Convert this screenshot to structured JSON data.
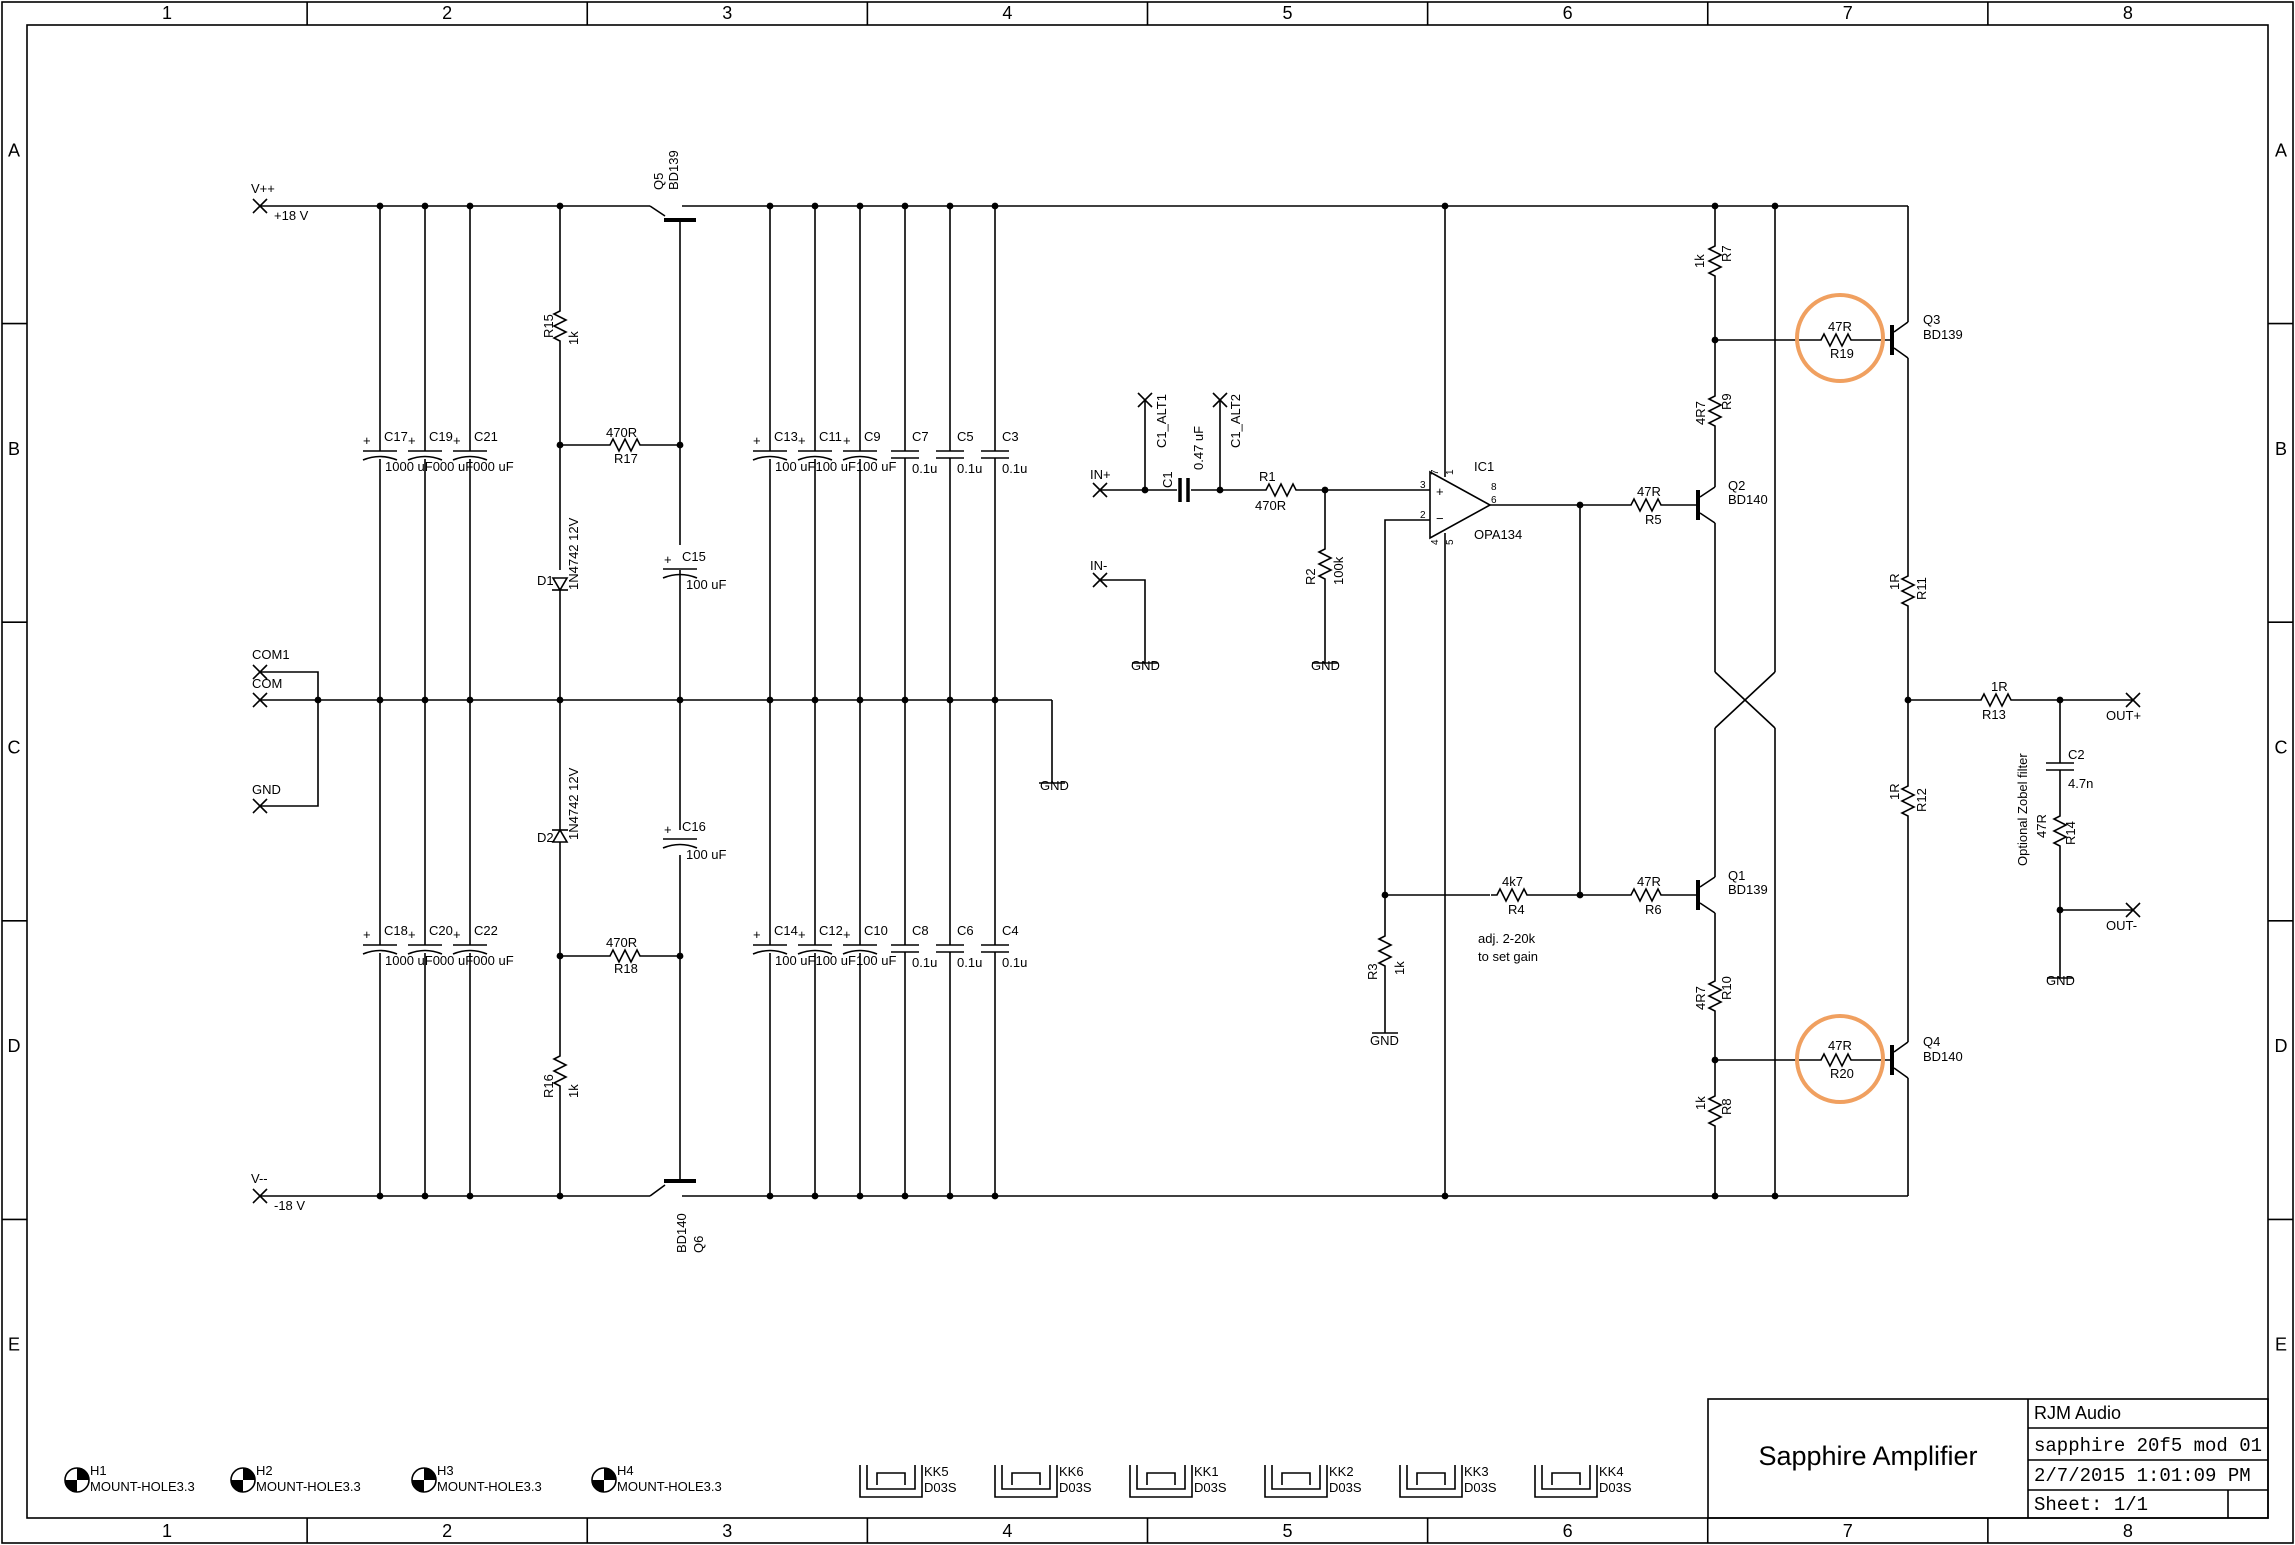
{
  "frame": {
    "columns": [
      "1",
      "2",
      "3",
      "4",
      "5",
      "6",
      "7",
      "8"
    ],
    "rows": [
      "A",
      "B",
      "C",
      "D",
      "E"
    ]
  },
  "title_block": {
    "title": "Sapphire Amplifier",
    "company": "RJM Audio",
    "file": "sapphire 20f5 mod 01",
    "date": "2/7/2015 1:01:09 PM",
    "sheet": "Sheet: 1/1"
  },
  "supply": {
    "vpp": "V++",
    "vpp_val": "+18 V",
    "vmm": "V--",
    "vmm_val": "-18 V",
    "com1": "COM1",
    "com": "COM",
    "gnd": "GND",
    "gnd_sym": "GND",
    "c17": "C17",
    "c19": "C19",
    "c21": "C21",
    "c18": "C18",
    "c20": "C20",
    "c22": "C22",
    "bulk_val_top": "1000 uF000 uF000 uF",
    "bulk_val_bot": "1000 uF000 uF000 uF",
    "r15": "R15",
    "r15v": "1k",
    "r16": "R16",
    "r16v": "1k",
    "r17": "R17",
    "r17v": "470R",
    "r18": "R18",
    "r18v": "470R",
    "d1": "D1",
    "d1v": "1N4742 12V",
    "d2": "D2",
    "d2v": "1N4742 12V",
    "q5": "Q5",
    "q5v": "BD139",
    "q6": "Q6",
    "q6v": "BD140",
    "c15": "C15",
    "c15v": "100 uF",
    "c16": "C16",
    "c16v": "100 uF",
    "c13": "C13",
    "c11": "C11",
    "c9": "C9",
    "c14": "C14",
    "c12": "C12",
    "c10": "C10",
    "mid_val_top": "100 uF100 uF100 uF",
    "mid_val_bot": "100 uF100 uF100 uF",
    "c7": "C7",
    "c5": "C5",
    "c3": "C3",
    "c8": "C8",
    "c6": "C6",
    "c4": "C4",
    "film_val": "0.1u"
  },
  "amp": {
    "inp": "IN+",
    "inm": "IN-",
    "c1": "C1",
    "c1v": "0.47 uF",
    "c1a1": "C1_ALT1",
    "c1a2": "C1_ALT2",
    "r1": "R1",
    "r1v": "470R",
    "r2": "R2",
    "r2v": "100k",
    "r3": "R3",
    "r3v": "1k",
    "r4": "R4",
    "r4v": "4k7",
    "r4note1": "adj. 2-20k",
    "r4note2": "to set gain",
    "ic1": "IC1",
    "ic1v": "OPA134",
    "pin3": "3",
    "pin2": "2",
    "pin7": "7",
    "pin1": "1",
    "pin8": "8",
    "pin6": "6",
    "pin4": "4",
    "pin5": "5",
    "plus": "+",
    "minus": "−",
    "r5": "R5",
    "r5v": "47R",
    "r6": "R6",
    "r6v": "47R",
    "r7": "R7",
    "r7v": "1k",
    "r8": "R8",
    "r8v": "1k",
    "r9": "R9",
    "r9v": "4R7",
    "r10": "R10",
    "r10v": "4R7",
    "r11": "R11",
    "r11v": "1R",
    "r12": "R12",
    "r12v": "1R",
    "r13": "R13",
    "r13v": "1R",
    "r14": "R14",
    "r14v": "47R",
    "r19": "R19",
    "r19v": "47R",
    "r20": "R20",
    "r20v": "47R",
    "c2": "C2",
    "c2v": "4.7n",
    "q1": "Q1",
    "q1v": "BD139",
    "q2": "Q2",
    "q2v": "BD140",
    "q3": "Q3",
    "q3v": "BD139",
    "q4": "Q4",
    "q4v": "BD140",
    "outp": "OUT+",
    "outm": "OUT-",
    "zobel": "Optional Zobel filter"
  },
  "mounting": [
    {
      "ref": "H1",
      "val": "MOUNT-HOLE3.3"
    },
    {
      "ref": "H2",
      "val": "MOUNT-HOLE3.3"
    },
    {
      "ref": "H3",
      "val": "MOUNT-HOLE3.3"
    },
    {
      "ref": "H4",
      "val": "MOUNT-HOLE3.3"
    }
  ],
  "heatsinks": [
    {
      "ref": "KK5",
      "val": "D03S"
    },
    {
      "ref": "KK6",
      "val": "D03S"
    },
    {
      "ref": "KK1",
      "val": "D03S"
    },
    {
      "ref": "KK2",
      "val": "D03S"
    },
    {
      "ref": "KK3",
      "val": "D03S"
    },
    {
      "ref": "KK4",
      "val": "D03S"
    }
  ],
  "highlight_color": "#f0a060"
}
